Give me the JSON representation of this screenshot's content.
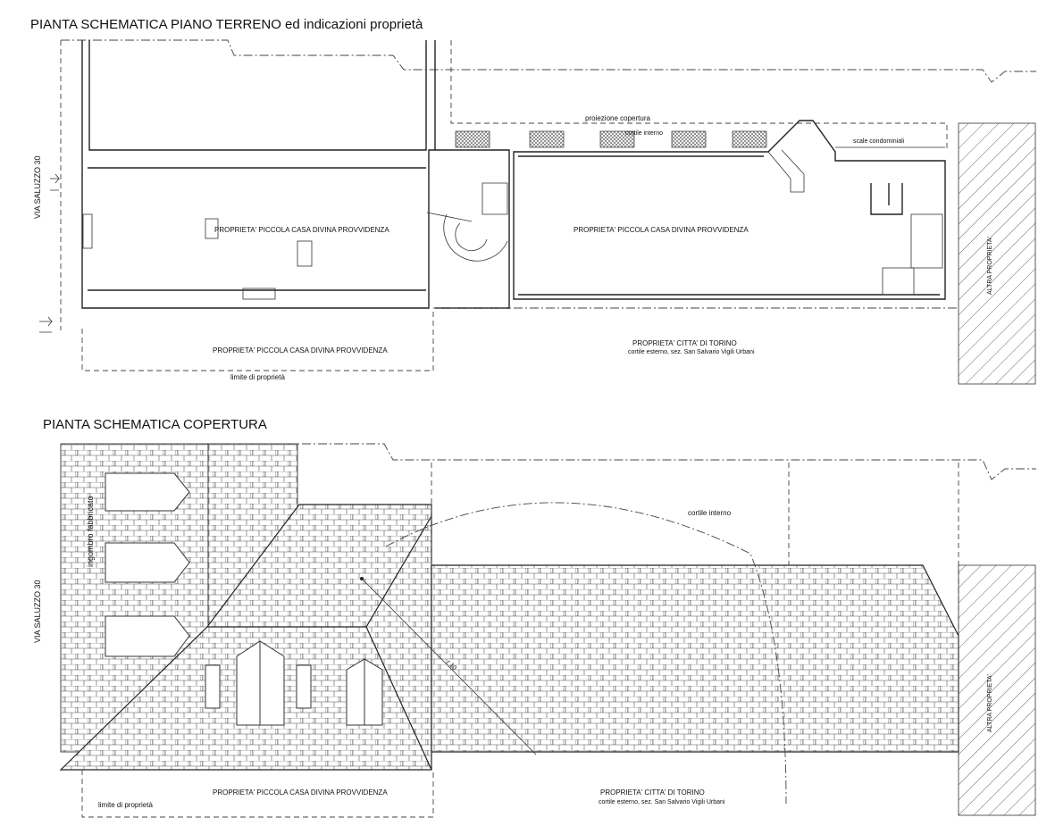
{
  "ground_floor": {
    "title": "PIANTA SCHEMATICA PIANO TERRENO ed indicazioni proprietà",
    "street_label": "VIA SALUZZO 30",
    "projection_label": "proiezione copertura",
    "inner_courtyard_label": "cortile interno",
    "stairs_label": "scale condominiali",
    "property_west": "PROPRIETA' PICCOLA CASA DIVINA PROVVIDENZA",
    "property_east": "PROPRIETA' PICCOLA CASA DIVINA PROVVIDENZA",
    "property_south": "PROPRIETA' PICCOLA CASA DIVINA PROVVIDENZA",
    "property_city": "PROPRIETA' CITTA' DI TORINO",
    "city_courtyard": "cortile esterno,  sez. San Salvario Vigili Urbani",
    "limit_label": "limite di proprietà",
    "other_property": "ALTRA PROPRIETA'"
  },
  "roof": {
    "title": "PIANTA SCHEMATICA COPERTURA",
    "street_label": "VIA SALUZZO 30",
    "footprint_label": "ingombro fabbricato",
    "inner_courtyard_label": "cortile interno",
    "property_south": "PROPRIETA' PICCOLA CASA DIVINA PROVVIDENZA",
    "property_city": "PROPRIETA' CITTA' DI TORINO",
    "city_courtyard": "cortile esterno,  sez. San Salvario Vigili Urbani",
    "limit_label": "limite di proprietà",
    "other_property": "ALTRA PROPRIETA'",
    "radius_label": "r 10"
  },
  "colors": {
    "line": "#222222",
    "paper": "#ffffff",
    "hatch": "#555555"
  }
}
